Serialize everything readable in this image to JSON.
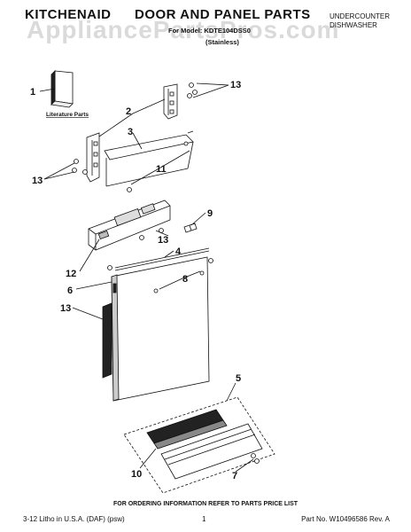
{
  "header": {
    "brand": "KITCHENAID",
    "title": "DOOR AND PANEL PARTS",
    "category_line1": "UNDERCOUNTER",
    "category_line2": "DISHWASHER",
    "model_line": "For Model: KDTE104DSS0",
    "variant": "(Stainless)"
  },
  "watermark": "AppliancePartsPros.com",
  "literature_label": "Literature Parts",
  "callouts": [
    "1",
    "2",
    "3",
    "11",
    "13",
    "13",
    "9",
    "13",
    "4",
    "12",
    "6",
    "8",
    "13",
    "5",
    "7",
    "10"
  ],
  "footer": {
    "order_note": "FOR ORDERING INFORMATION REFER TO PARTS PRICE LIST",
    "print_info": "3-12 Litho in U.S.A. (DAF) (psw)",
    "page": "1",
    "part_no": "Part No. W10496586 Rev. A"
  }
}
